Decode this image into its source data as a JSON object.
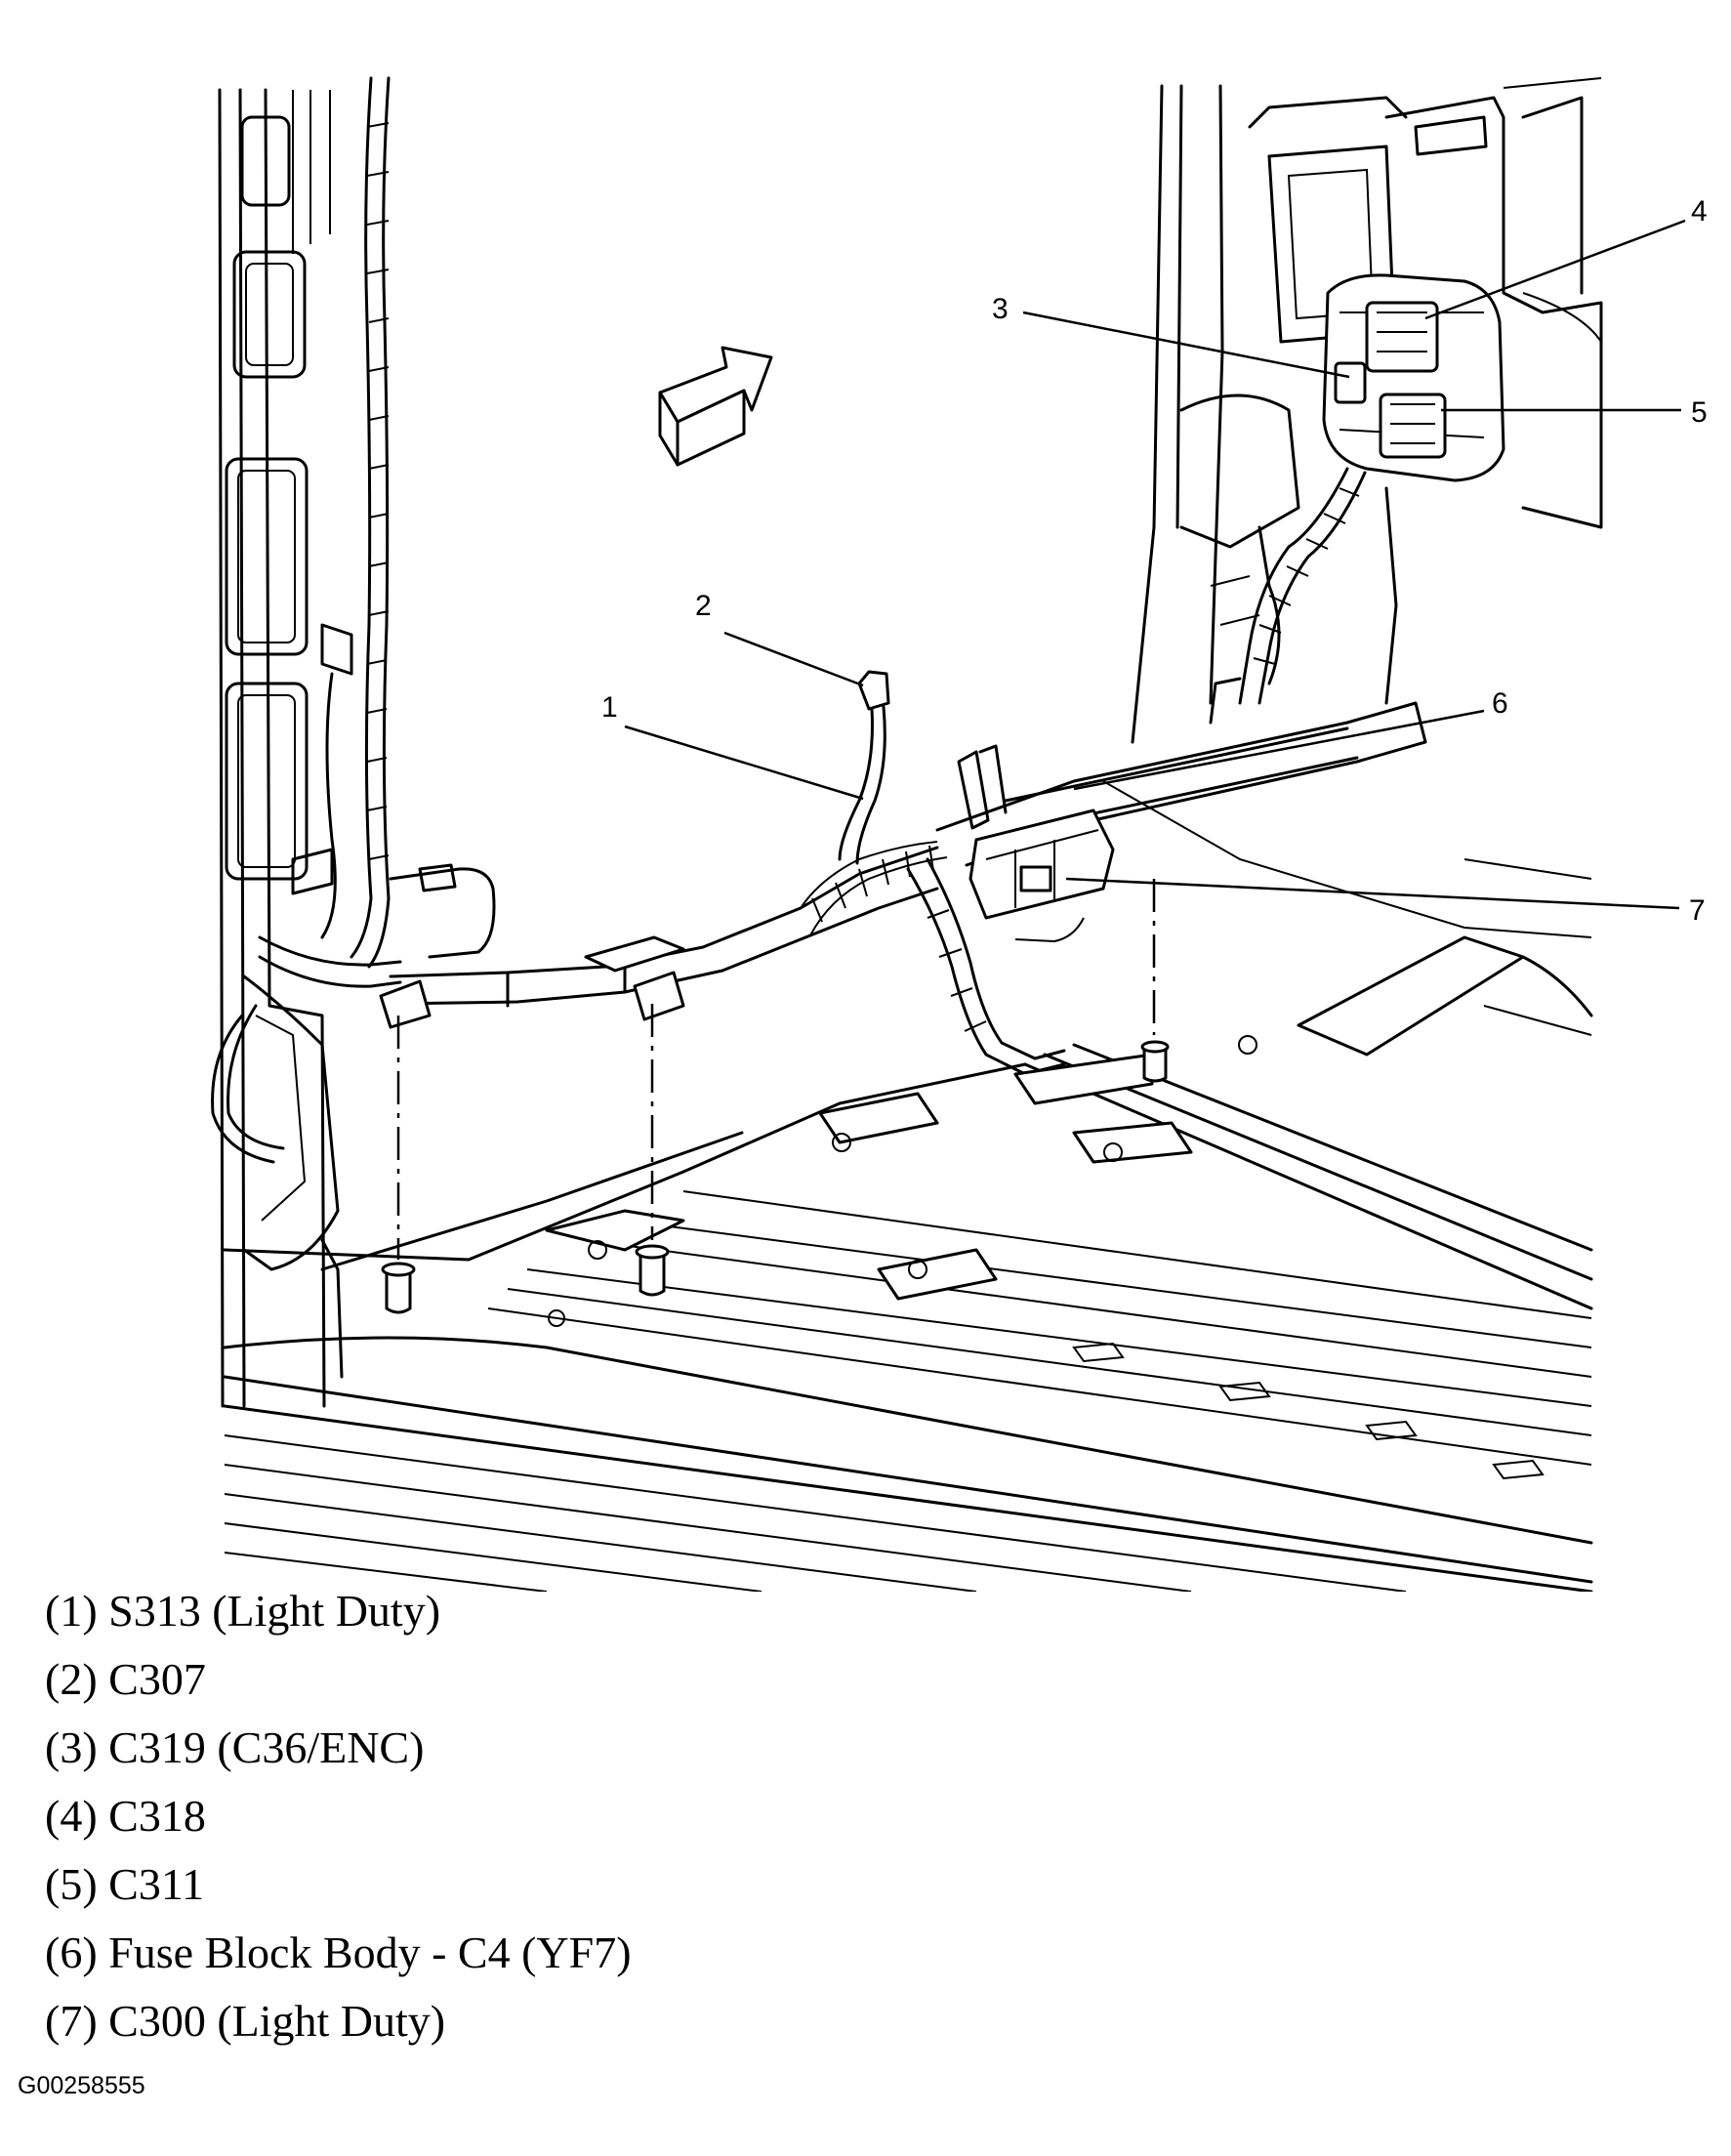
{
  "callouts": [
    "1",
    "2",
    "3",
    "4",
    "5",
    "6",
    "7"
  ],
  "legend": [
    "(1) S313 (Light Duty)",
    "(2) C307",
    "(3) C319 (C36/ENC)",
    "(4) C318",
    "(5) C311",
    "(6) Fuse Block Body - C4 (YF7)",
    "(7) C300 (Light Duty)"
  ],
  "figure_id": "G00258555",
  "icons": [
    "forward-direction-arrow-icon"
  ]
}
